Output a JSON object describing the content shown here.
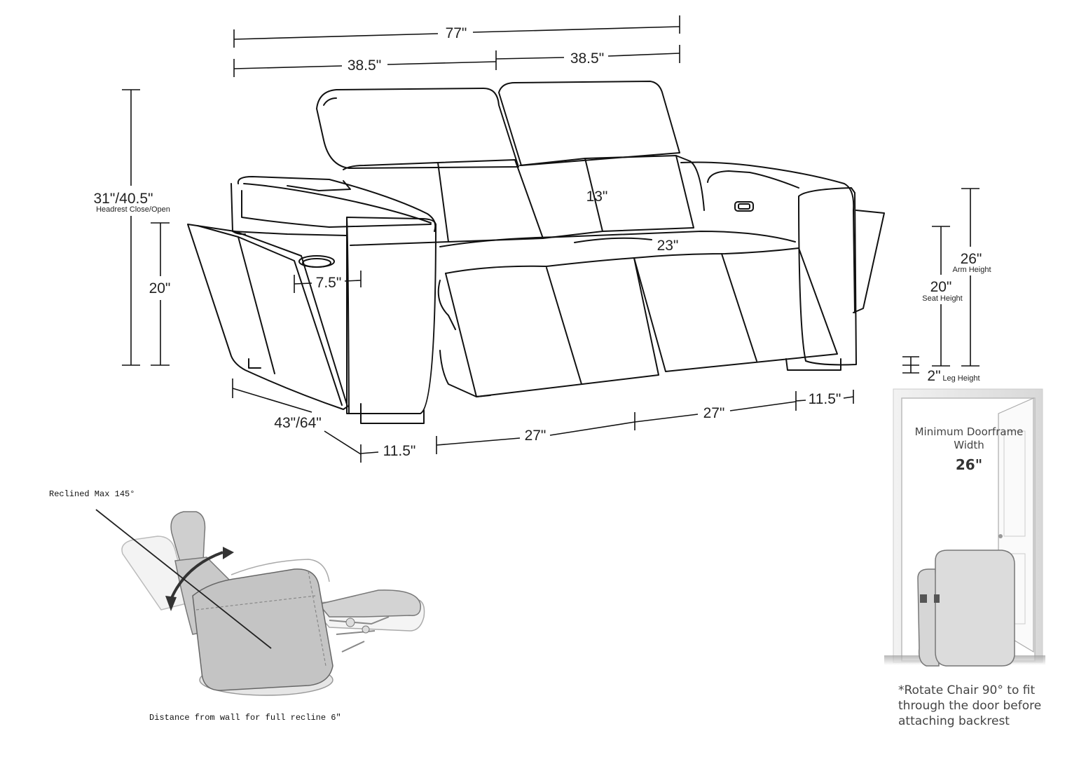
{
  "dimensions": {
    "total_width": "77\"",
    "half_width_left": "38.5\"",
    "half_width_right": "38.5\"",
    "total_height": "31\"/40.5\"",
    "total_height_note": "Headrest Close/Open",
    "arm_inner_height": "20\"",
    "cupholder_width": "7.5\"",
    "headrest_height": "13\"",
    "seat_depth": "23\"",
    "right_arm_height": "26\"",
    "right_arm_height_note": "Arm Height",
    "right_seat_height": "20\"",
    "right_seat_height_note": "Seat Height",
    "leg_height": "2\"",
    "leg_height_note": "Leg Height",
    "depth": "43\"/64\"",
    "front_arm_left": "11.5\"",
    "front_seat_left": "27\"",
    "front_seat_right": "27\"",
    "front_arm_right": "11.5\""
  },
  "recline": {
    "max_label": "Reclined Max 145°",
    "wall_distance": "Distance from wall for full recline 6\""
  },
  "doorframe": {
    "title_line1": "Minimum Doorframe",
    "title_line2": "Width",
    "value": "26\"",
    "note_line1": "*Rotate Chair 90° to fit",
    "note_line2": "through the door before",
    "note_line3": "attaching backrest"
  }
}
